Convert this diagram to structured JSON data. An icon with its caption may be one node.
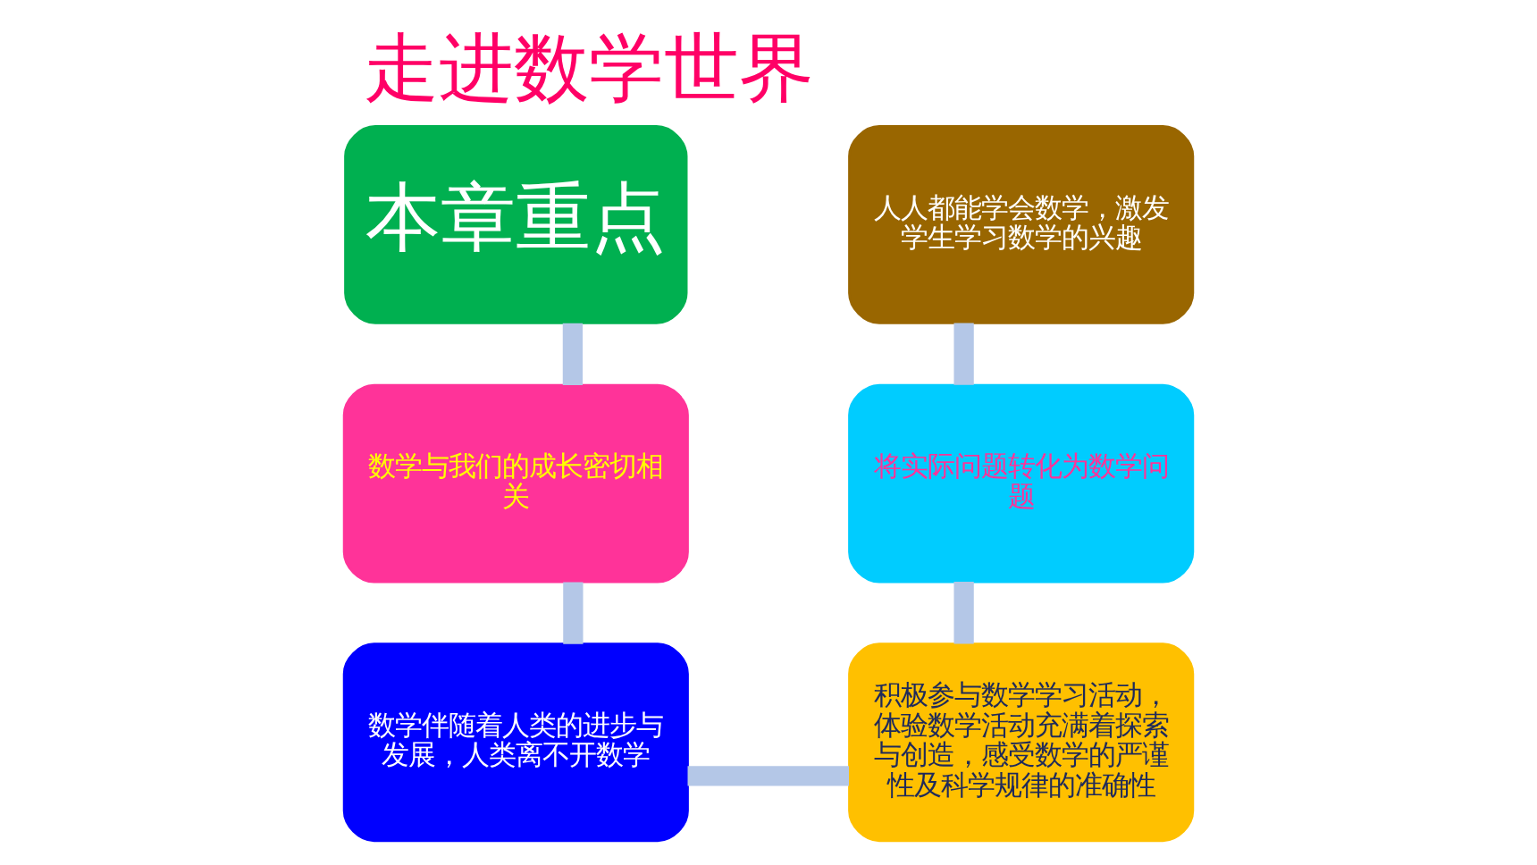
{
  "diagram": {
    "title": "走进数学世界",
    "nodes": [
      {
        "text": [
          "本章重点"
        ]
      },
      {
        "text": [
          "数学与我们的成长密切相关"
        ]
      },
      {
        "text": [
          "数学伴随着人类的进步与发展，人类离不开数学"
        ]
      },
      {
        "text": [
          "积极参与数学学习活动，体验数学活动充满着探索与创造，感受数学的严谨性及科学规律的准确性"
        ]
      },
      {
        "text": [
          "将实际问题转化为数学问题"
        ]
      },
      {
        "text": [
          "人人都能学会数学，激发学生学习数学的兴趣"
        ]
      }
    ],
    "edges": [
      {
        "from": 0,
        "to": 1,
        "arrow": "none"
      },
      {
        "from": 1,
        "to": 2,
        "arrow": "none"
      },
      {
        "from": 2,
        "to": 3,
        "arrow": "none"
      },
      {
        "from": 3,
        "to": 4,
        "arrow": "none"
      },
      {
        "from": 4,
        "to": 5,
        "arrow": "none"
      }
    ]
  }
}
